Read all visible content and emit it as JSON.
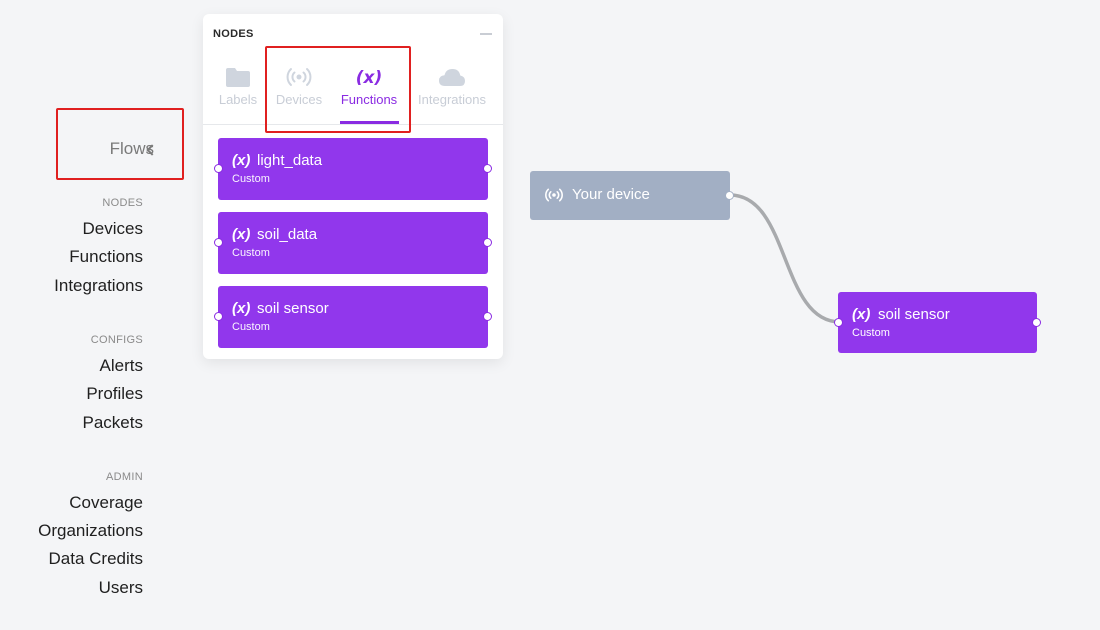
{
  "sidebar": {
    "flows_label": "Flows",
    "sections": [
      {
        "title": "NODES",
        "items": [
          "Devices",
          "Functions",
          "Integrations"
        ]
      },
      {
        "title": "CONFIGS",
        "items": [
          "Alerts",
          "Profiles",
          "Packets"
        ]
      },
      {
        "title": "ADMIN",
        "items": [
          "Coverage",
          "Organizations",
          "Data Credits",
          "Users"
        ]
      }
    ]
  },
  "panel": {
    "title": "NODES",
    "tabs": [
      {
        "label": "Labels",
        "icon": "folder-icon"
      },
      {
        "label": "Devices",
        "icon": "broadcast-icon"
      },
      {
        "label": "Functions",
        "icon": "function-icon",
        "active": true
      },
      {
        "label": "Integrations",
        "icon": "cloud-icon"
      }
    ],
    "functions": [
      {
        "fx": "(x)",
        "name": "light_data",
        "sub": "Custom"
      },
      {
        "fx": "(x)",
        "name": "soil_data",
        "sub": "Custom"
      },
      {
        "fx": "(x)",
        "name": "soil sensor",
        "sub": "Custom"
      }
    ]
  },
  "canvas": {
    "device": {
      "name": "Your device"
    },
    "function": {
      "fx": "(x)",
      "name": "soil sensor",
      "sub": "Custom"
    }
  },
  "colors": {
    "accent": "#8a2be2",
    "function_node": "#9137ec",
    "device_node": "#a2afc4",
    "highlight": "#e02020"
  }
}
